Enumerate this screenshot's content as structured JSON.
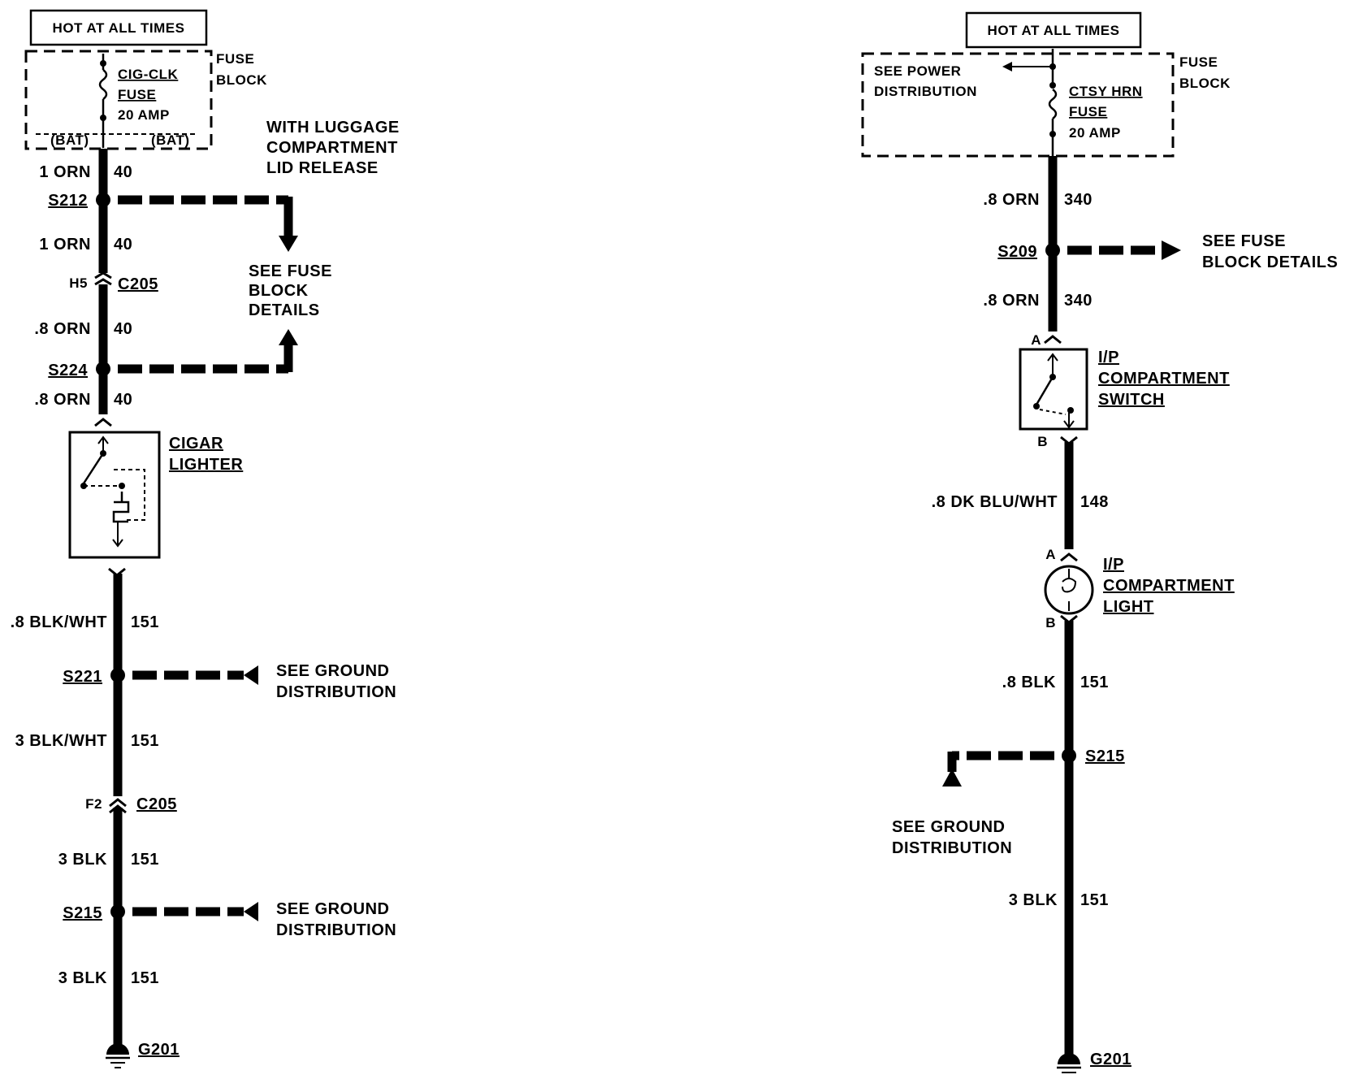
{
  "left": {
    "hot_label": "HOT AT ALL TIMES",
    "fuse_block": [
      "FUSE",
      "BLOCK"
    ],
    "fuse_name": [
      "CIG-CLK",
      "FUSE"
    ],
    "fuse_amp": "20 AMP",
    "bat_left": "(BAT)",
    "bat_right": "(BAT)",
    "wire1": {
      "gauge": "1 ORN",
      "circuit": "40"
    },
    "splice_s212": "S212",
    "luggage_note": [
      "WITH LUGGAGE",
      "COMPARTMENT",
      "LID RELEASE"
    ],
    "wire2": {
      "gauge": "1 ORN",
      "circuit": "40"
    },
    "see_fuse": [
      "SEE FUSE",
      "BLOCK",
      "DETAILS"
    ],
    "conn_h5": {
      "pin": "H5",
      "name": "C205"
    },
    "wire3": {
      "gauge": ".8 ORN",
      "circuit": "40"
    },
    "splice_s224": "S224",
    "wire4": {
      "gauge": ".8 ORN",
      "circuit": "40"
    },
    "cigar": [
      "CIGAR",
      "LIGHTER"
    ],
    "wire5": {
      "gauge": ".8 BLK/WHT",
      "circuit": "151"
    },
    "splice_s221": "S221",
    "see_ground1": [
      "SEE GROUND",
      "DISTRIBUTION"
    ],
    "wire6": {
      "gauge": "3 BLK/WHT",
      "circuit": "151"
    },
    "conn_f2": {
      "pin": "F2",
      "name": "C205"
    },
    "wire7": {
      "gauge": "3 BLK",
      "circuit": "151"
    },
    "splice_s215": "S215",
    "see_ground2": [
      "SEE GROUND",
      "DISTRIBUTION"
    ],
    "wire8": {
      "gauge": "3 BLK",
      "circuit": "151"
    },
    "ground": "G201"
  },
  "right": {
    "hot_label": "HOT AT ALL TIMES",
    "see_power": [
      "SEE POWER",
      "DISTRIBUTION"
    ],
    "fuse_block": [
      "FUSE",
      "BLOCK"
    ],
    "fuse_name": [
      "CTSY HRN",
      "FUSE"
    ],
    "fuse_amp": "20 AMP",
    "wire1": {
      "gauge": ".8 ORN",
      "circuit": "340"
    },
    "splice_s209": "S209",
    "see_fuse": [
      "SEE FUSE",
      "BLOCK DETAILS"
    ],
    "wire2": {
      "gauge": ".8 ORN",
      "circuit": "340"
    },
    "switch_pin_a": "A",
    "switch_pin_b": "B",
    "switch": [
      "I/P",
      "COMPARTMENT",
      "SWITCH"
    ],
    "wire3": {
      "gauge": ".8 DK BLU/WHT",
      "circuit": "148"
    },
    "light_pin_a": "A",
    "light_pin_b": "B",
    "light": [
      "I/P",
      "COMPARTMENT",
      "LIGHT"
    ],
    "wire4": {
      "gauge": ".8 BLK",
      "circuit": "151"
    },
    "splice_s215": "S215",
    "see_ground": [
      "SEE GROUND",
      "DISTRIBUTION"
    ],
    "wire5": {
      "gauge": "3 BLK",
      "circuit": "151"
    },
    "ground": "G201"
  }
}
